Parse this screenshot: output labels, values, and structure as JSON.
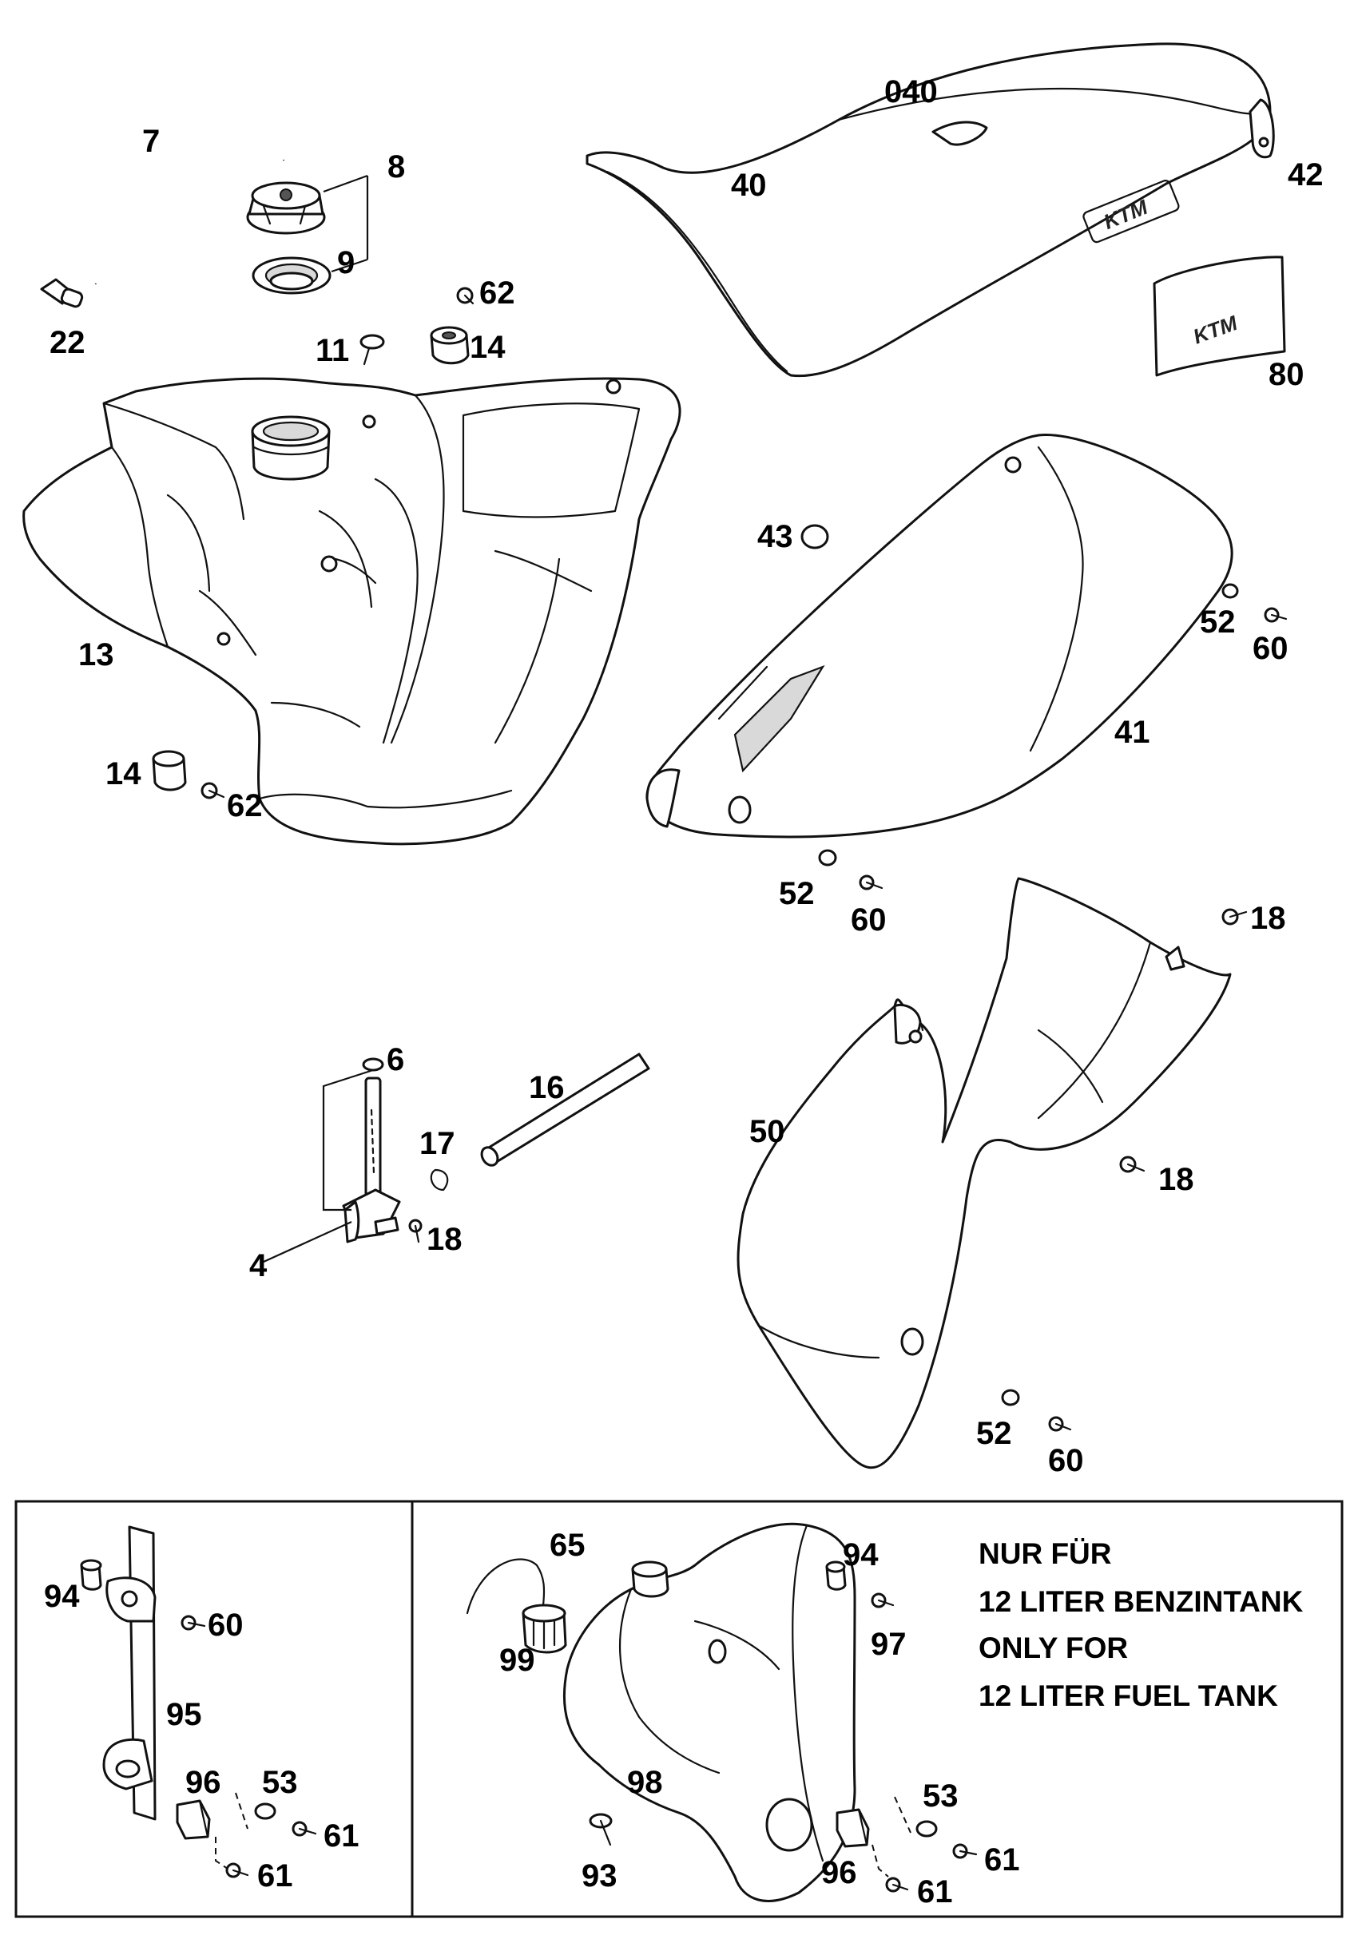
{
  "labels": {
    "p7": "7",
    "p8": "8",
    "p9": "9",
    "p22": "22",
    "p040": "040",
    "p40": "40",
    "p42": "42",
    "p80": "80",
    "p62a": "62",
    "p11": "11",
    "p14a": "14",
    "p13": "13",
    "p14b": "14",
    "p62b": "62",
    "p43": "43",
    "p52a": "52",
    "p60a": "60",
    "p41": "41",
    "p52b": "52",
    "p60b": "60",
    "p18a": "18",
    "p6": "6",
    "p16": "16",
    "p17": "17",
    "p4": "4",
    "p18b": "18",
    "p50": "50",
    "p18c": "18",
    "p52c": "52",
    "p60c": "60",
    "p94a": "94",
    "p60d": "60",
    "p95": "95",
    "p96a": "96",
    "p53a": "53",
    "p61a": "61",
    "p61b": "61",
    "p65": "65",
    "p94b": "94",
    "p99": "99",
    "p97": "97",
    "p98": "98",
    "p93": "93",
    "p53b": "53",
    "p96b": "96",
    "p61c": "61",
    "p61d": "61"
  },
  "note": {
    "line1": "NUR FÜR",
    "line2": "12 LITER BENZINTANK",
    "line3": "ONLY FOR",
    "line4": "12 LITER FUEL TANK"
  },
  "brand": {
    "seat_logo": "KTM",
    "decal_logo": "KTM"
  }
}
